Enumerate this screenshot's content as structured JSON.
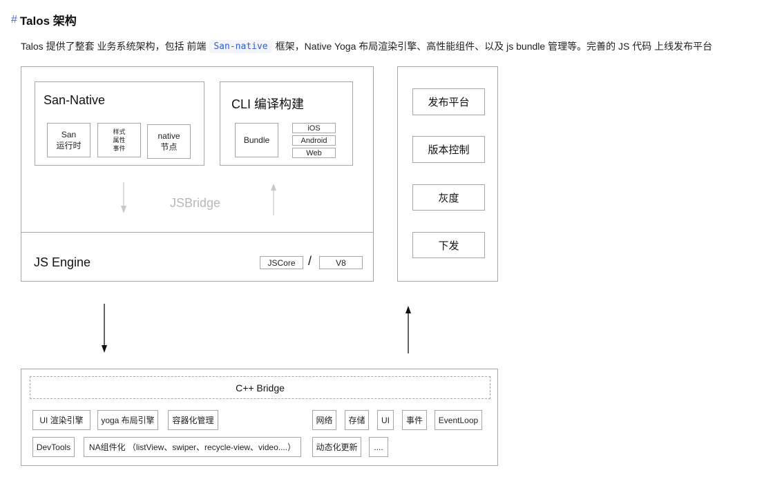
{
  "heading": {
    "hash": "#",
    "title": "Talos 架构"
  },
  "intro": {
    "before": "Talos 提供了整套 业务系统架构，包括 前端",
    "code": "San-native",
    "after": "框架，Native Yoga 布局渲染引擎、高性能组件、以及 js bundle 管理等。完善的 JS 代码 上线发布平台"
  },
  "san_native": {
    "title": "San-Native",
    "runtime_line1": "San",
    "runtime_line2": "运行时",
    "style_line1": "样式",
    "style_line2": "属性",
    "style_line3": "事件",
    "native_line1": "native",
    "native_line2": "节点"
  },
  "cli": {
    "title": "CLI 编译构建",
    "bundle": "Bundle",
    "targets": [
      "iOS",
      "Android",
      "Web"
    ]
  },
  "jsbridge": "JSBridge",
  "js_engine": {
    "title": "JS Engine",
    "jscore": "JSCore",
    "separator": "/",
    "v8": "V8"
  },
  "release_panel": {
    "items": [
      "发布平台",
      "版本控制",
      "灰度",
      "下发"
    ]
  },
  "native_layer": {
    "bridge": "C++ Bridge",
    "row1_left": [
      "UI 渲染引擎",
      "yoga 布局引擎",
      "容器化管理"
    ],
    "row1_right": [
      "网络",
      "存储",
      "UI",
      "事件",
      "EventLoop"
    ],
    "row2": [
      "DevTools",
      "NA组件化 （listView、swiper、recycle-view、video....）",
      "动态化更新",
      "...."
    ]
  }
}
